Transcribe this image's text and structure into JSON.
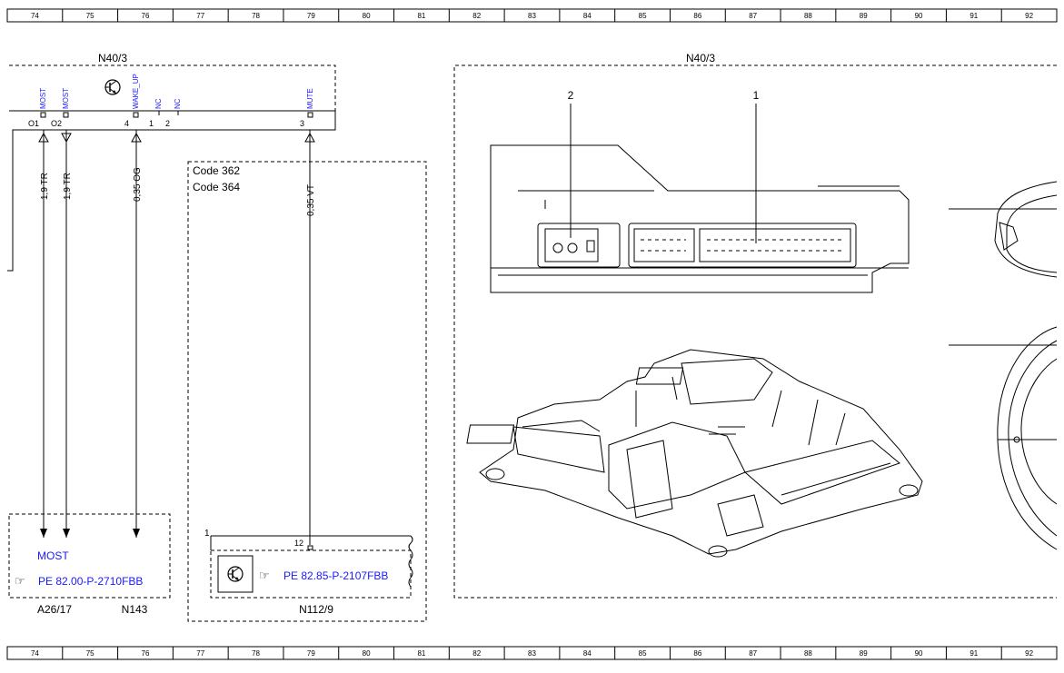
{
  "ruler": {
    "labels": [
      "74",
      "75",
      "76",
      "77",
      "78",
      "79",
      "80",
      "81",
      "82",
      "83",
      "84",
      "85",
      "86",
      "87",
      "88",
      "89",
      "90",
      "91",
      "92"
    ]
  },
  "left_module": {
    "name": "N40/3",
    "pins": [
      {
        "signal": "MOST",
        "number": "O1",
        "wire": "1,9 TR",
        "direction": "in"
      },
      {
        "signal": "MOST",
        "number": "O2",
        "wire": "1,9 TR",
        "direction": "out"
      },
      {
        "signal": "WAKE_UP",
        "number": "4",
        "wire": "0,35 OG",
        "direction": "in"
      },
      {
        "signal": "NC",
        "number": "1",
        "wire": "",
        "direction": "none"
      },
      {
        "signal": "NC",
        "number": "2",
        "wire": "",
        "direction": "none"
      },
      {
        "signal": "MUTE",
        "number": "3",
        "wire": "0,35 VT",
        "direction": "in"
      }
    ]
  },
  "code_box": {
    "code1": "Code 362",
    "code2": "Code 364"
  },
  "bottom_left_box": {
    "label": "MOST",
    "ref": "PE 82.00-P-2710FBB",
    "name1": "A26/17",
    "name2": "N143"
  },
  "n112_box": {
    "pin_left": "1",
    "pin": "12",
    "ref": "PE 82.85-P-2107FBB",
    "name": "N112/9"
  },
  "right_panel": {
    "title": "N40/3",
    "callout_1": "1",
    "callout_2": "2"
  },
  "icons": {
    "ref_icon": "pointing-hand-icon",
    "transistor_icon": "transistor-icon"
  },
  "colors": {
    "signal_blue": "#1a1aff",
    "line_black": "#000000"
  }
}
